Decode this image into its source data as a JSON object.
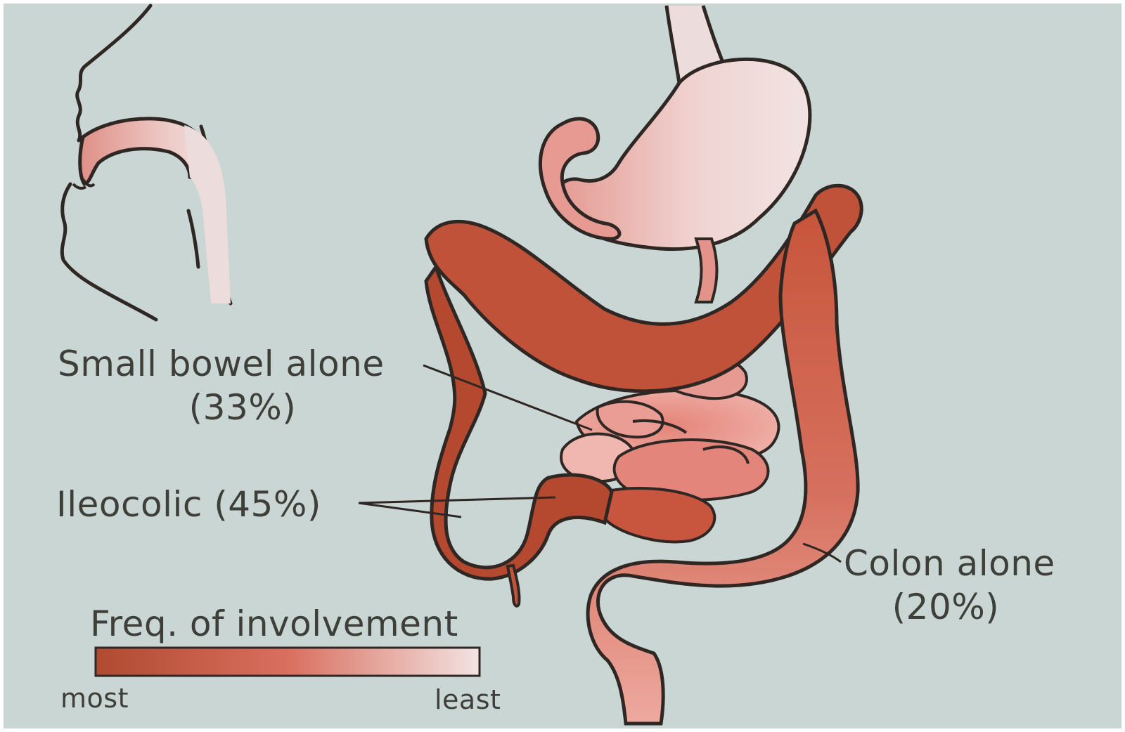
{
  "labels": {
    "small_bowel": {
      "name": "Small bowel alone",
      "pct": "(33%)"
    },
    "ileocolic": "Ileocolic (45%)",
    "colon": {
      "name": "Colon alone",
      "pct": "(20%)"
    }
  },
  "legend": {
    "title": "Freq. of involvement",
    "low_end": "most",
    "high_end": "least"
  },
  "colors": {
    "background": "#c9d6d4",
    "most": "#b34a2e",
    "mid": "#d4705e",
    "least": "#f4e4e2",
    "outline": "#3a2a26",
    "text": "#3f3f3a"
  }
}
